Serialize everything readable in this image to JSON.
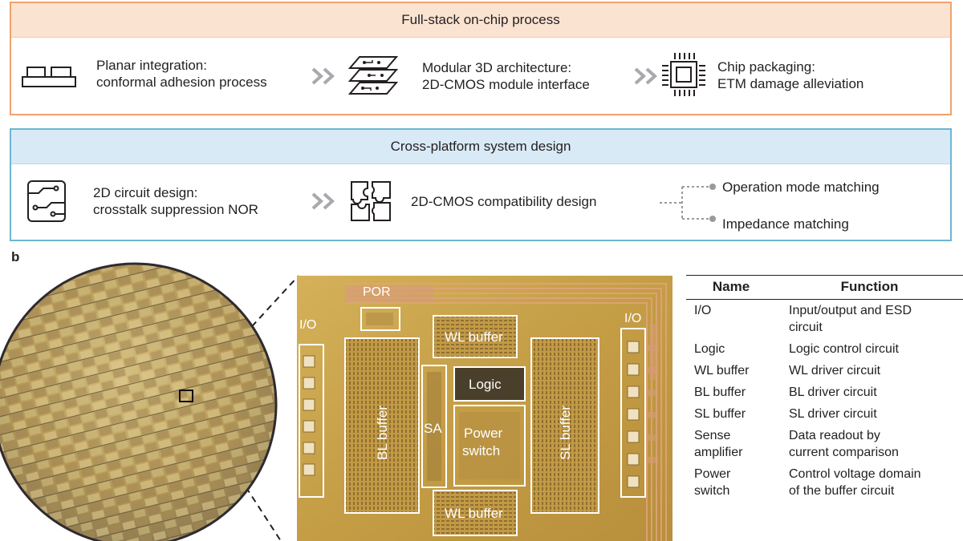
{
  "panel_a": {
    "title": "Full-stack on-chip process",
    "items": [
      {
        "icon": "planar-blocks-icon",
        "line1": "Planar integration:",
        "line2": "conformal adhesion process"
      },
      {
        "icon": "stacked-layers-icon",
        "line1": "Modular 3D architecture:",
        "line2": "2D-CMOS module interface"
      },
      {
        "icon": "chip-package-icon",
        "line1": "Chip packaging:",
        "line2": "ETM damage alleviation"
      }
    ]
  },
  "panel_c": {
    "title": "Cross-platform system design",
    "items": [
      {
        "icon": "circuit-board-icon",
        "line1": "2D circuit design:",
        "line2": "crosstalk suppression NOR"
      },
      {
        "icon": "puzzle-icon",
        "line1": "2D-CMOS compatibility design"
      }
    ],
    "branches": [
      "Operation mode matching",
      "Impedance matching"
    ]
  },
  "panel_b": {
    "label": "b",
    "die_blocks": {
      "por": "POR",
      "io_left": "I/O",
      "io_right": "I/O",
      "wl_top": "WL buffer",
      "logic": "Logic",
      "bl": "BL buffer",
      "sa": "SA",
      "power_1": "Power",
      "power_2": "switch",
      "sl": "SL buffer",
      "wl_bottom": "WL buffer"
    },
    "table": {
      "headers": [
        "Name",
        "Function"
      ],
      "rows": [
        {
          "name": [
            "I/O"
          ],
          "function": [
            "Input/output and ESD",
            "circuit"
          ]
        },
        {
          "name": [
            "Logic"
          ],
          "function": [
            "Logic control circuit"
          ]
        },
        {
          "name": [
            "WL buffer"
          ],
          "function": [
            "WL driver circuit"
          ]
        },
        {
          "name": [
            "BL buffer"
          ],
          "function": [
            "BL driver circuit"
          ]
        },
        {
          "name": [
            "SL buffer"
          ],
          "function": [
            "SL driver circuit"
          ]
        },
        {
          "name": [
            "Sense",
            "amplifier"
          ],
          "function": [
            "Data readout by",
            "current comparison"
          ]
        },
        {
          "name": [
            "Power",
            "switch"
          ],
          "function": [
            "Control voltage domain",
            "of the buffer circuit"
          ]
        }
      ]
    }
  },
  "colors": {
    "panel_a_border": "#f0a26c",
    "panel_a_head": "#fbe3d2",
    "panel_c_border": "#6cb7d1",
    "panel_c_head": "#d9eaf7",
    "die_gold": "#c9a447",
    "wafer_gold": "#c8a455"
  }
}
